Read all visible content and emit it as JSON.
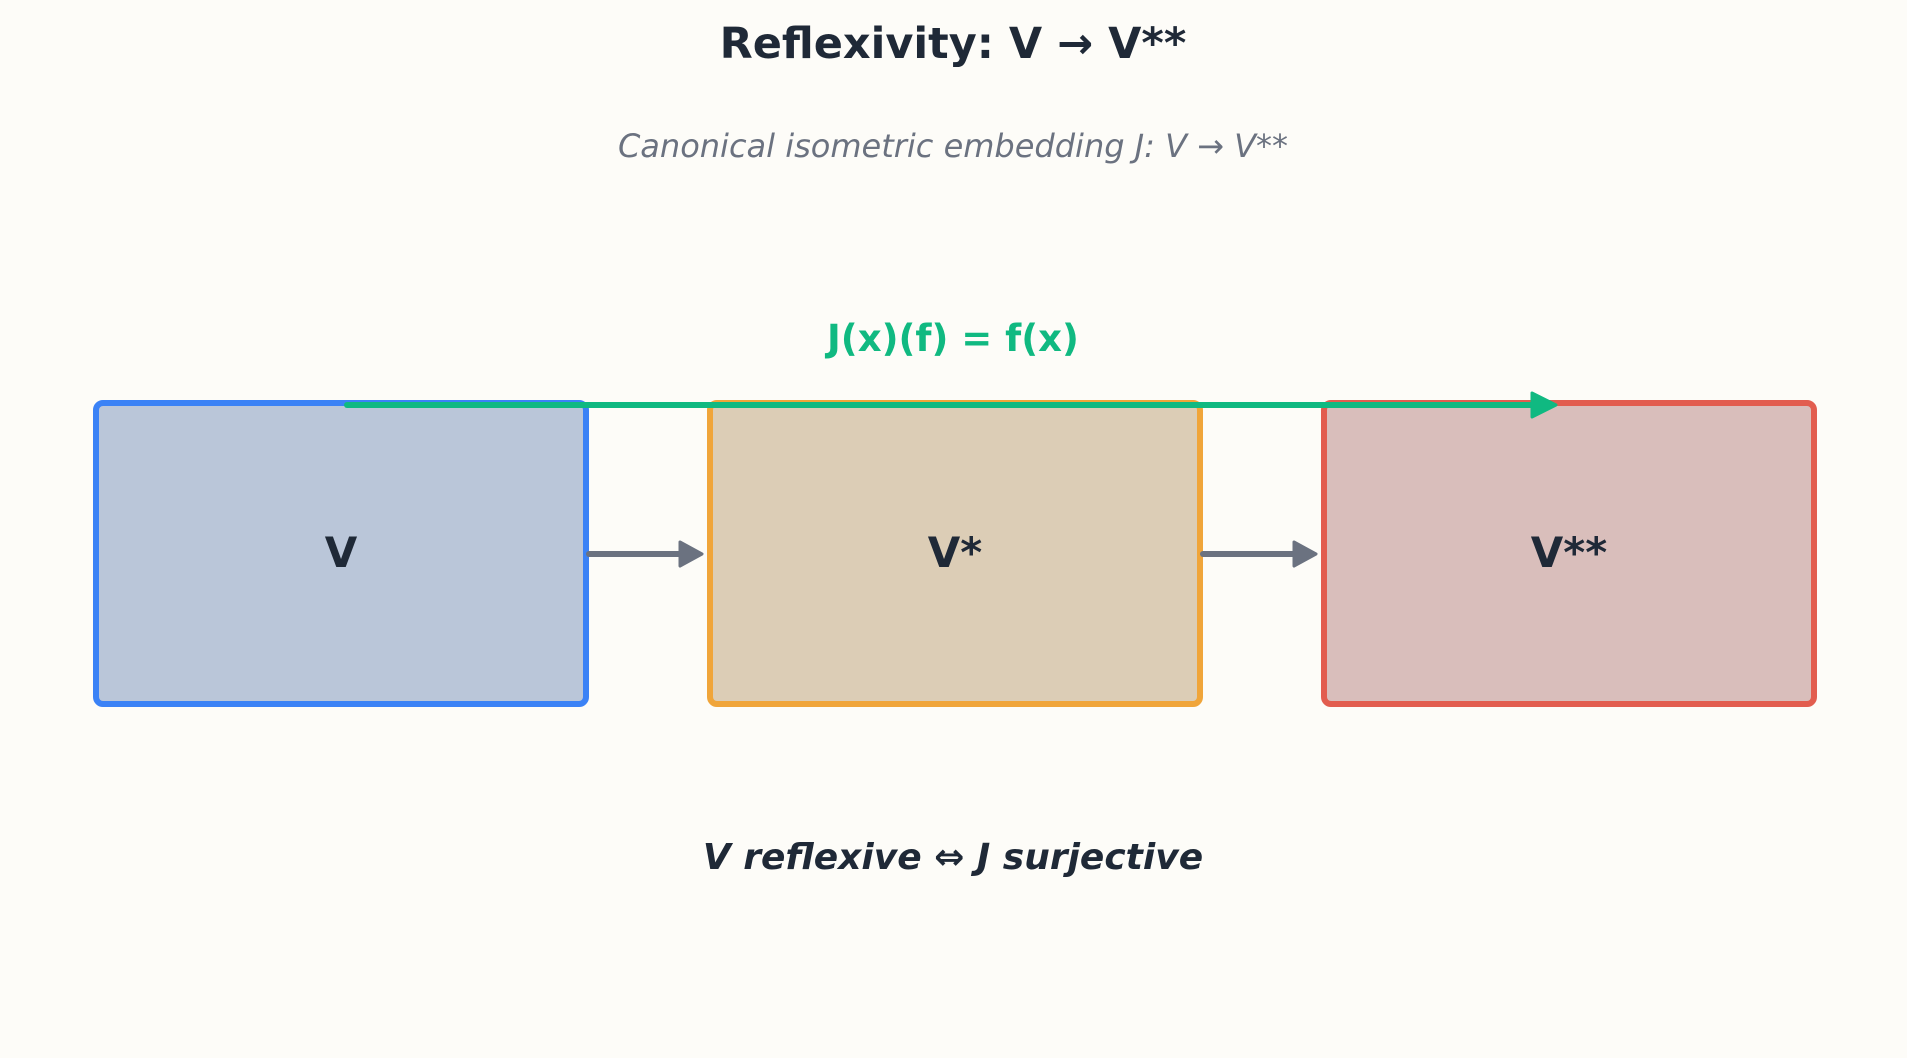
{
  "diagram": {
    "title": "Reflexivity: V → V**",
    "subtitle": "Canonical isometric embedding J: V → V**",
    "embedding_label": "J(x)(f) = f(x)",
    "spaces": [
      {
        "label": "V",
        "fill": "#bac6d9",
        "stroke": "#3b82f6"
      },
      {
        "label": "V*",
        "fill": "#dccdb6",
        "stroke": "#f0a53a"
      },
      {
        "label": "V**",
        "fill": "#d9bebb",
        "stroke": "#e25d4f"
      }
    ],
    "arrow_color": "#6b7280",
    "embedding_color": "#10b981",
    "footnote": "V reflexive ⇔ J surjective"
  }
}
